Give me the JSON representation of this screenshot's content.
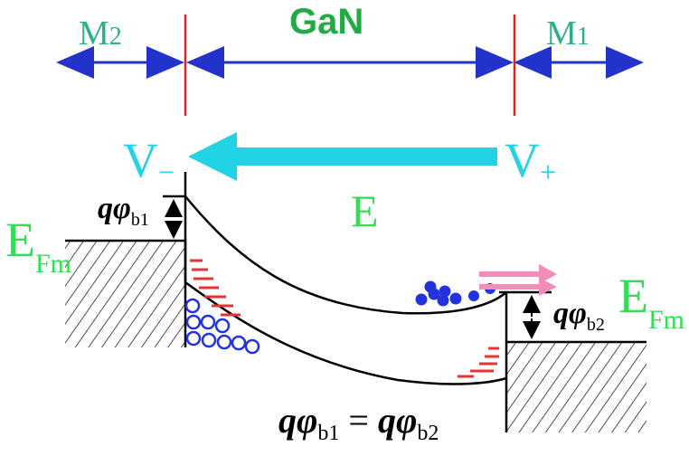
{
  "title": "GaN",
  "labels": {
    "m2": "M",
    "m2_sub": "2",
    "m1": "M",
    "m1_sub": "1",
    "v_minus": "V",
    "v_minus_sign": "−",
    "v_plus": "V",
    "v_plus_sign": "+",
    "field": "E",
    "fermi_left": "E",
    "fermi_left_sub": "Fm",
    "fermi_right": "E",
    "fermi_right_sub": "Fm",
    "barrier_left_q": "qφ",
    "barrier_left_sub": "b1",
    "barrier_right_q": "qφ",
    "barrier_right_sub": "b2",
    "equation_left_q": "qφ",
    "equation_left_sub": "b1",
    "equation_equals": "=",
    "equation_right_q": "qφ",
    "equation_right_sub": "b2"
  },
  "colors": {
    "title": "#22aa44",
    "metal_labels": "#2fae8a",
    "region_arrows": "#2233cc",
    "interfaces": "#dd2222",
    "potential": "#22d3e6",
    "fermi_labels": "#33dd55",
    "field_label": "#33dd55",
    "charges": "#2233dd",
    "negative_charges": "#e63333",
    "drift_arrows": "#f28cb8"
  }
}
